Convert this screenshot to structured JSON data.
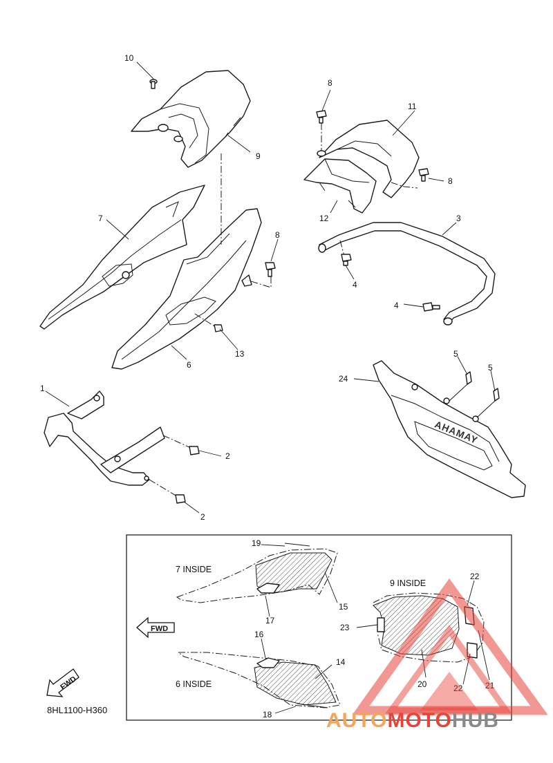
{
  "diagram_code": "8HL1100-H360",
  "fwd_label": "FWD",
  "brand_logo_text": {
    "a": "AUTO",
    "b": "MOTO",
    "c": "HUB"
  },
  "brand_colors": {
    "red": "#e8433a",
    "orange": "#f5a55b",
    "gray": "#8a8a8a"
  },
  "inset_labels": {
    "inside_7": "7 INSIDE",
    "inside_6": "6 INSIDE",
    "inside_9": "9 INSIDE"
  },
  "callouts": {
    "c1": "1",
    "c2a": "2",
    "c2b": "2",
    "c3": "3",
    "c4a": "4",
    "c4b": "4",
    "c5a": "5",
    "c5b": "5",
    "c6": "6",
    "c7": "7",
    "c8a": "8",
    "c8b": "8",
    "c8c": "8",
    "c9": "9",
    "c10": "10",
    "c11": "11",
    "c12": "12",
    "c13": "13",
    "c14": "14",
    "c15": "15",
    "c16": "16",
    "c17": "17",
    "c18": "18",
    "c19": "19",
    "c20": "20",
    "c21": "21",
    "c22a": "22",
    "c22b": "22",
    "c23": "23",
    "c24": "24"
  }
}
